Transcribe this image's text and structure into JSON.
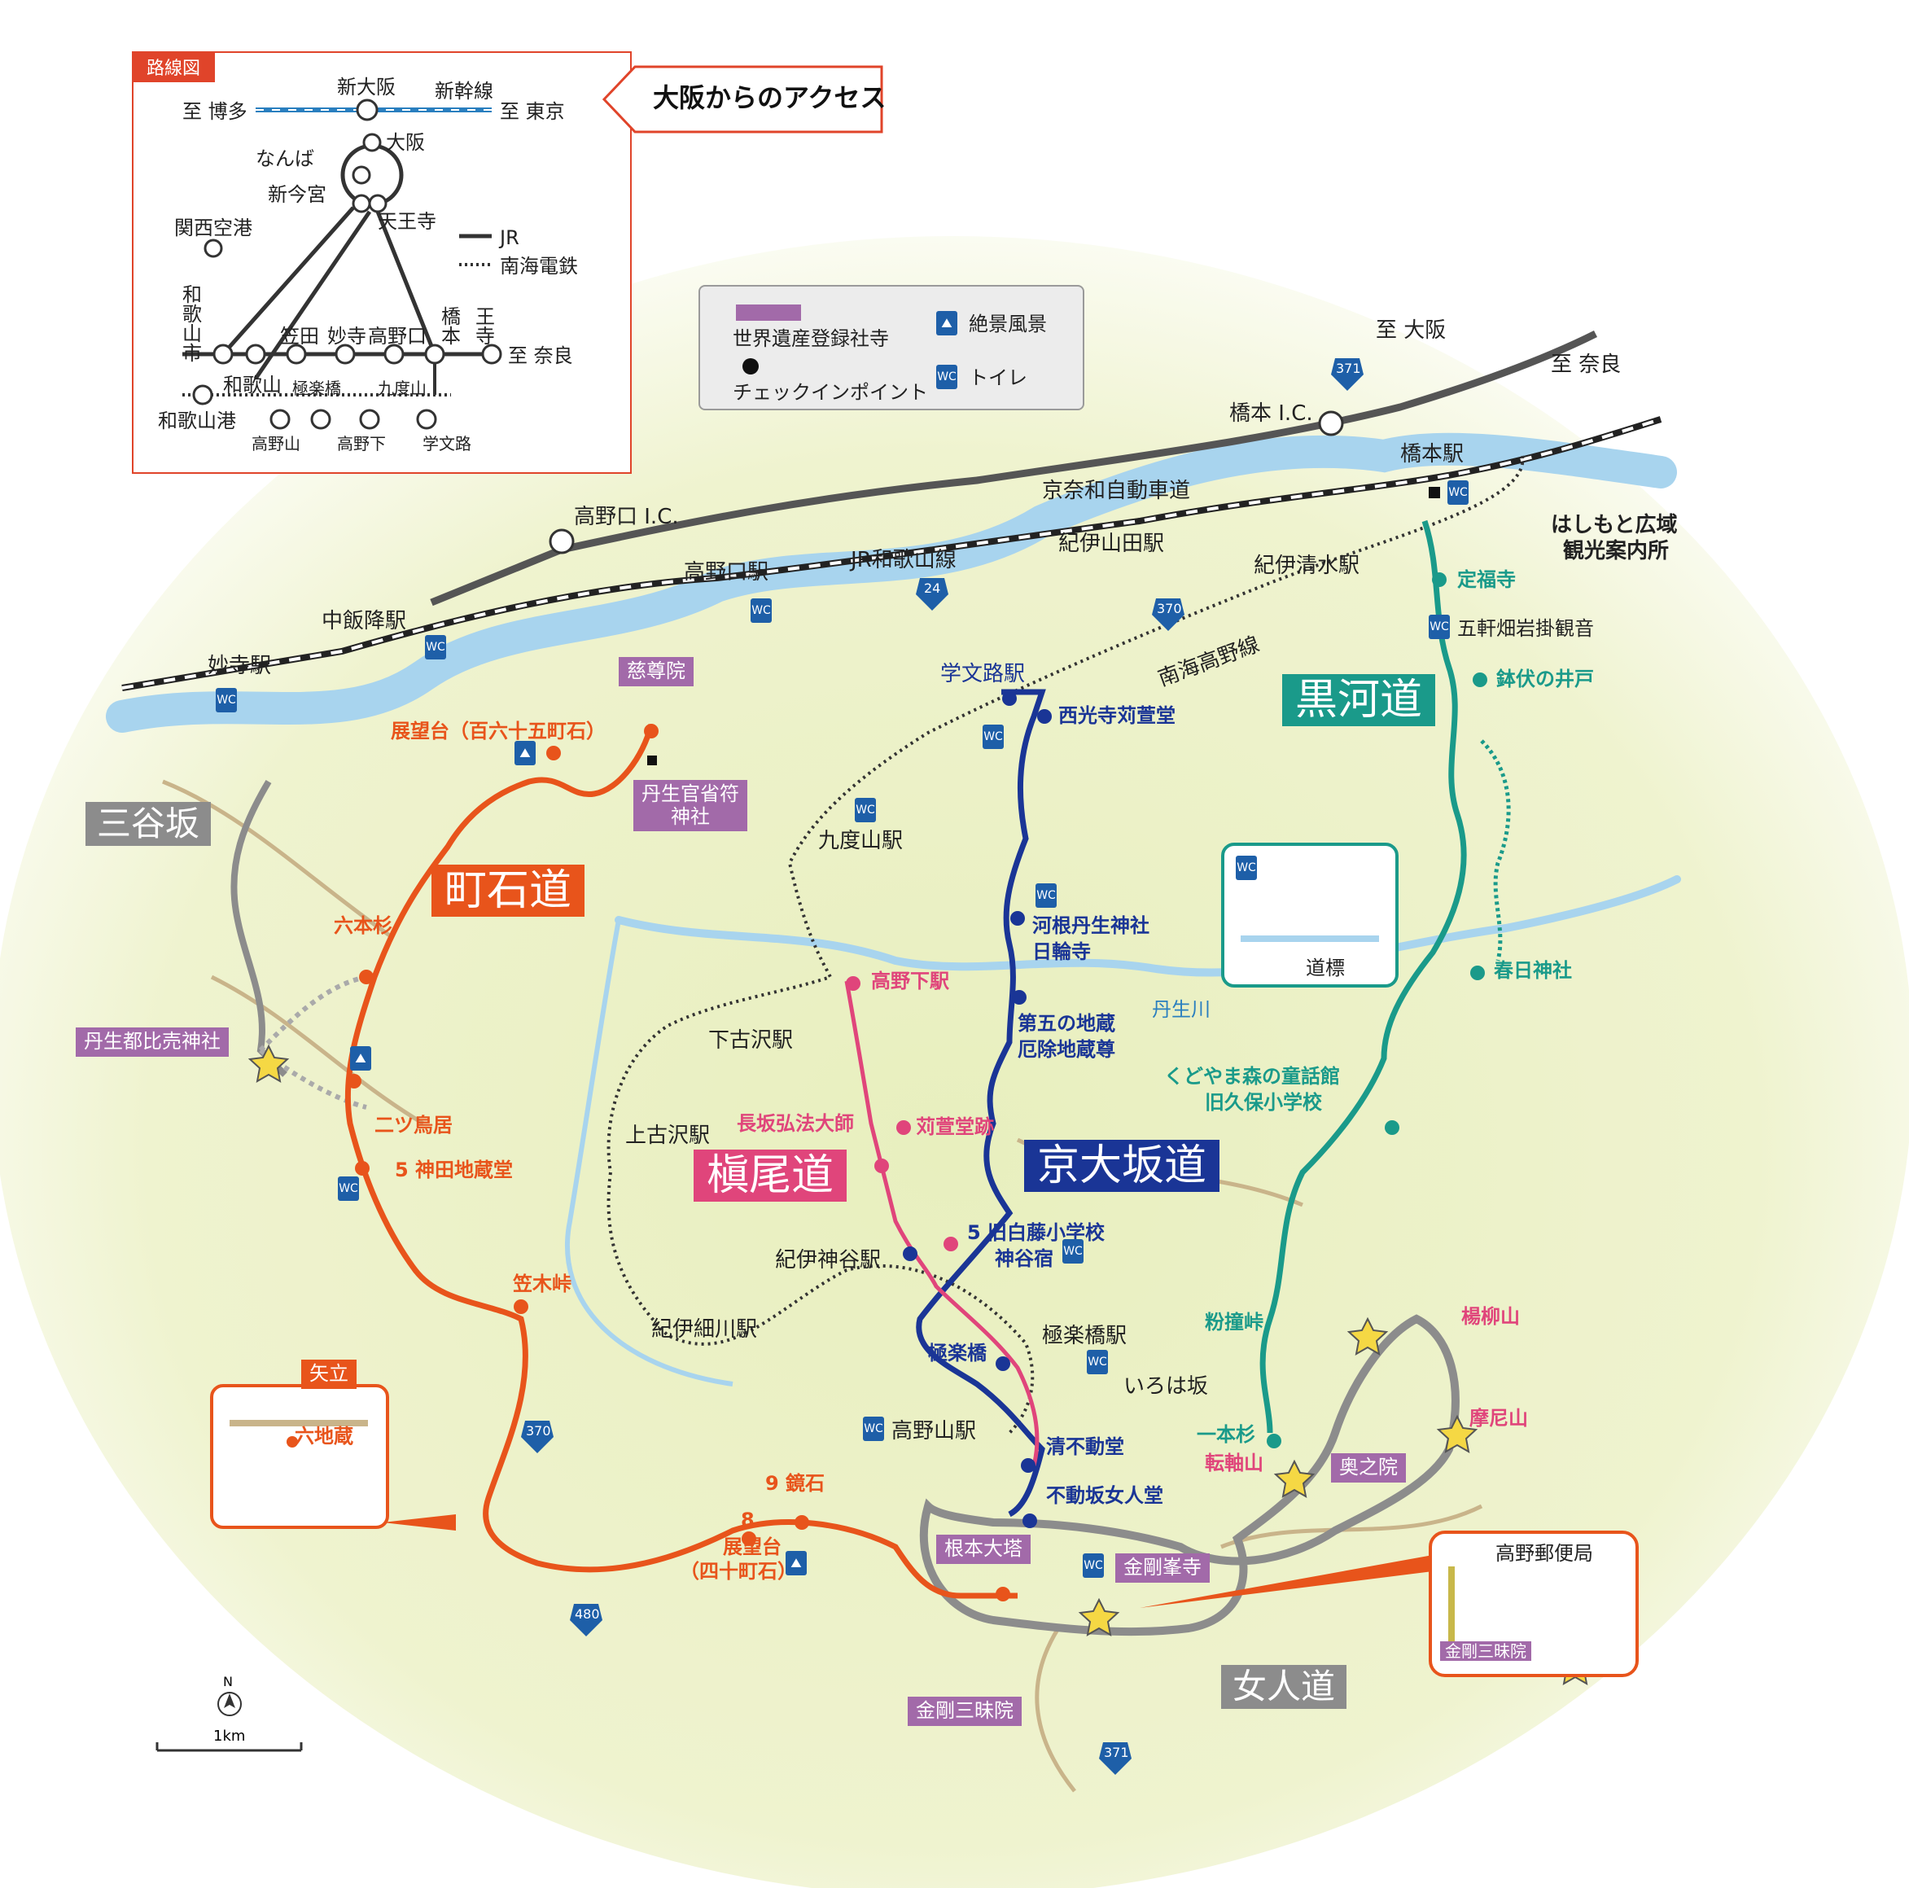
{
  "access_callout": "大阪からのアクセス",
  "inset": {
    "tag": "路線図",
    "to_hakata": "至 博多",
    "to_tokyo": "至 東京",
    "shinkansen": "新幹線",
    "shin_osaka": "新大阪",
    "osaka": "大阪",
    "namba": "なんば",
    "shin_imamiya": "新今宮",
    "tennoji": "天王寺",
    "kansai_airport": "関西空港",
    "jr": "JR",
    "nankai": "南海電鉄",
    "wakayama_shi": "和歌山市",
    "oji": "王寺",
    "hashimoto": "橋本",
    "kasada": "笠田",
    "myoji": "妙寺",
    "koyaguchi": "高野口",
    "to_nara": "至 奈良",
    "wakayama": "和歌山",
    "gokurakubashi": "極楽橋",
    "kudoyama": "九度山",
    "wakayamako": "和歌山港",
    "koyasan": "高野山",
    "koyashita": "高野下",
    "gakumonji": "学文路"
  },
  "legend": {
    "heritage": "世界遺産登録社寺",
    "checkpoint": "チェックインポイント",
    "scenic": "絶景風景",
    "toilet": "トイレ"
  },
  "routes": {
    "choishimichi": "町石道",
    "kyoosakamichi": "京大坂道",
    "makiomichi": "槇尾道",
    "kurokomichi": "黒河道",
    "mitanizaka": "三谷坂",
    "nyonindo": "女人道"
  },
  "labels": {
    "to_osaka": "至 大阪",
    "to_nara": "至 奈良",
    "hashimoto_ic": "橋本 I.C.",
    "koyaguchi_ic": "高野口 I.C.",
    "hashimoto_st": "橋本駅",
    "keina_expressway": "京奈和自動車道",
    "kii_yamada_st": "紀伊山田駅",
    "jr_wakayama_line": "JR和歌山線",
    "koyaguchi_st": "高野口駅",
    "kii_shimizu_st": "紀伊清水駅",
    "hashimoto_info": "はしもと広域",
    "hashimoto_info2": "観光案内所",
    "nakaiburi_st": "中飯降駅",
    "myoji_st": "妙寺駅",
    "nankai_koya_line": "南海高野線",
    "gakumonji_st": "学文路駅",
    "kudoyama_st": "九度山駅",
    "kudoyama_jison": "慈尊院",
    "nyusakanshofu": "丹生官省符",
    "nyusakanshofu2": "神社",
    "tenbodai_165": "展望台（百六十五町石）",
    "roppon_sugi": "六本杉",
    "nyutsuhime": "丹生都比売神社",
    "futatsu_torii": "二ツ鳥居",
    "kanda_jizo": "5 神田地蔵堂",
    "kasagi_toge": "笠木峠",
    "yadate": "矢立",
    "rokujizo": "六地蔵",
    "kagami_ishi": "9 鏡石",
    "tenbodai_40a": "8",
    "tenbodai_40b": "展望台",
    "tenbodai_40c": "（四十町石）",
    "konpon_daito": "根本大塔",
    "kongobuji": "金剛峯寺",
    "kongo_zanmaiin": "金剛三昧院",
    "koya_post": "高野郵便局",
    "okunoin": "奥之院",
    "tenjikuzan": "転軸山",
    "yoryuzan": "楊柳山",
    "manizan": "摩尼山",
    "ipponsugi": "一本杉",
    "kozuki_toge": "粉撞峠",
    "kudoyama_mori": "くどやま森の童話館",
    "kyu_kubo": "旧久保小学校",
    "kasuga_jinja": "春日神社",
    "michishirube": "道標",
    "jofukuji": "定福寺",
    "goken": "五軒畑岩掛観音",
    "hachibuse": "鉢伏の井戸",
    "saikoji": "西光寺苅萱堂",
    "kawane": "河根丹生神社",
    "nichirinji": "日輪寺",
    "daigo_jizo": "第五の地蔵",
    "yakuyoke": "厄除地蔵尊",
    "shirafuji": "5 旧白藤小学校",
    "kamiyashuku": "神谷宿",
    "koyashita_st": "高野下駅",
    "karukayado": "苅萱堂跡",
    "nagasaka": "長坂弘法大師",
    "shimokosawa": "下古沢駅",
    "kamikosawa": "上古沢駅",
    "kii_kamiya": "紀伊神谷駅",
    "kii_hosokawa": "紀伊細川駅",
    "gokurakubashi_st": "極楽橋駅",
    "gokurakubashi": "極楽橋",
    "irohazaka": "いろは坂",
    "koyasan_st": "高野山駅",
    "kiyofudo": "清不動堂",
    "fudozaka": "不動坂女人堂",
    "nyu_river": "丹生川",
    "scale": "1km",
    "north": "N"
  },
  "route_numbers": {
    "r24": "24",
    "r370a": "370",
    "r370b": "370",
    "r371a": "371",
    "r371b": "371",
    "r480": "480"
  },
  "colors": {
    "choishi": "#e8541b",
    "kyoosaka": "#1a3596",
    "makio": "#e0457b",
    "kuroko": "#1a9a8a",
    "mitani": "#8c8c8c",
    "heritage": "#a26aa9",
    "river": "#a8d4ee",
    "land": "#eef1c8"
  }
}
